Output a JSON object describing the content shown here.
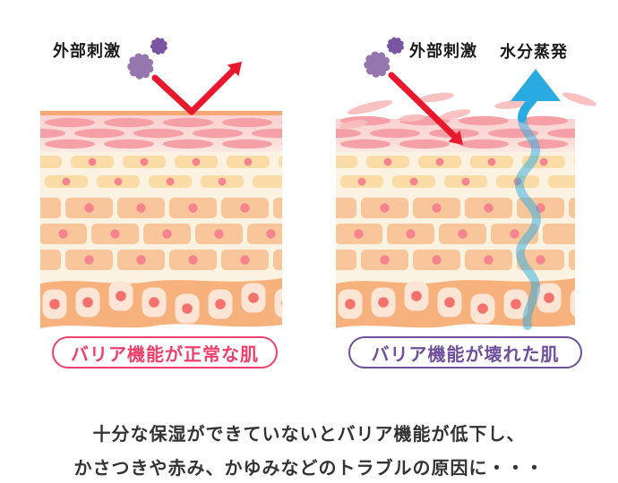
{
  "figures": {
    "normal": {
      "stimulus_label": "外部刺激",
      "caption_pill": "バリア機能が正常な肌"
    },
    "damaged": {
      "stimulus_label": "外部刺激",
      "evaporation_label": "水分蒸発",
      "caption_pill": "バリア機能が壊れた肌"
    }
  },
  "caption": {
    "line1": "十分な保湿ができていないとバリア機能が低下し、",
    "line2": "かさつきや赤み、かゆみなどのトラブルの原因に・・・"
  },
  "icons": {
    "irritant_germ": "germ-icon",
    "reflected_arrow": "arrow-bounce-icon",
    "penetrating_arrow": "arrow-penetrate-icon",
    "evaporation_arrow": "arrow-wavy-up-icon"
  },
  "colors": {
    "red_arrow": "#E8192C",
    "blue_arrow": "#29ABE2",
    "germ_big": "#9577AD",
    "germ_small": "#7A55A2",
    "pill_normal": "#EF3F6B",
    "pill_damaged": "#6F4F9B",
    "caption_text": "#333333",
    "label_text": "#1A1A1A",
    "skin_strip": "#F8A876",
    "skin_pink_top": "#FAD2D1",
    "skin_pink_bottom": "#FCEAE3",
    "skin_cell_ellipse": "#F5A0A6",
    "skin_cream": "#FCF2E1",
    "skin_brick_top": "#FBDCA7",
    "skin_brick_bottom": "#F9C69C",
    "skin_nucleus": "#F5848E",
    "skin_basal_band": "#F6B17C",
    "skin_basal_cell": "#FCE5D4",
    "skin_basal_nucleus": "#F4716D",
    "skin_flake": "#F7BDBD"
  }
}
